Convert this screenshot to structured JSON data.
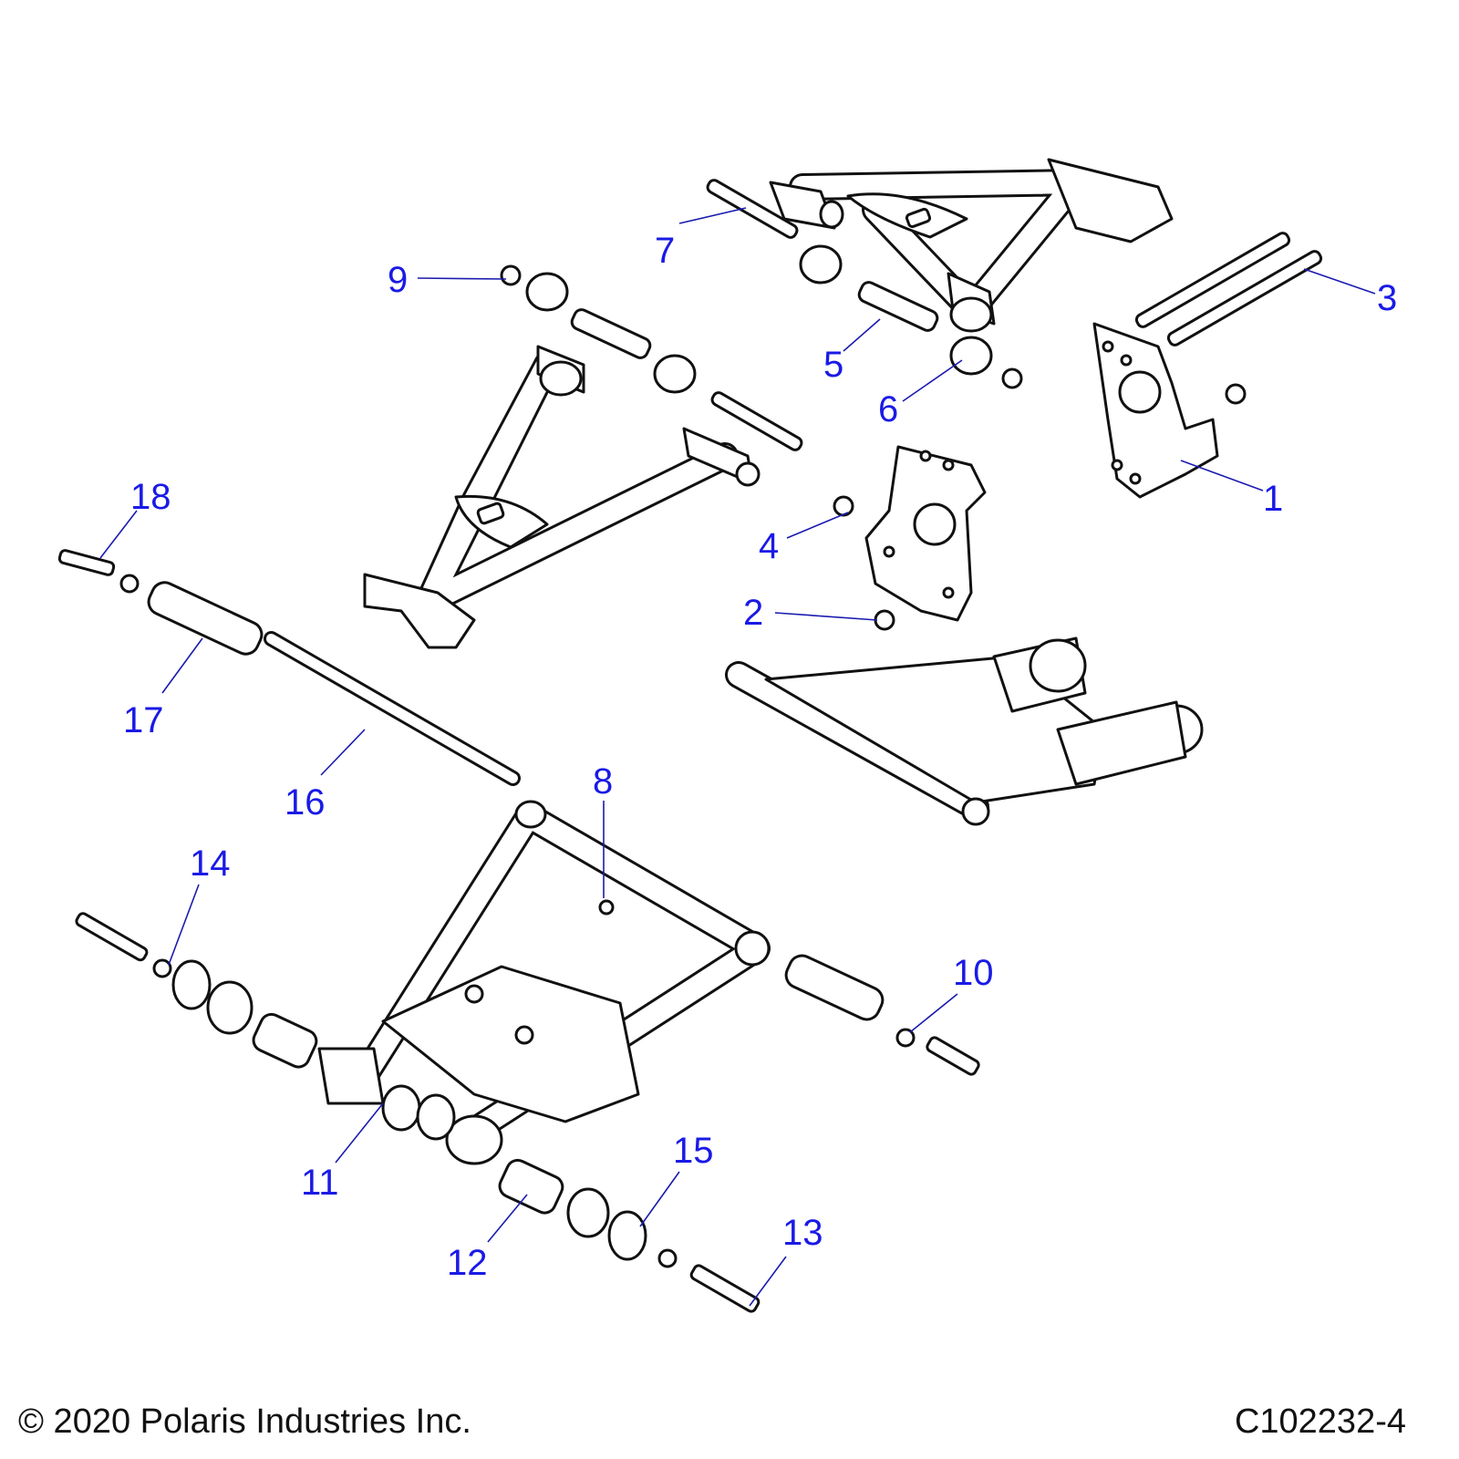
{
  "callouts": [
    "1",
    "2",
    "3",
    "4",
    "5",
    "6",
    "7",
    "8",
    "9",
    "10",
    "11",
    "12",
    "13",
    "14",
    "15",
    "16",
    "17",
    "18"
  ],
  "footer": {
    "copyright": "© 2020 Polaris Industries Inc.",
    "drawing_id": "C102232-4"
  }
}
